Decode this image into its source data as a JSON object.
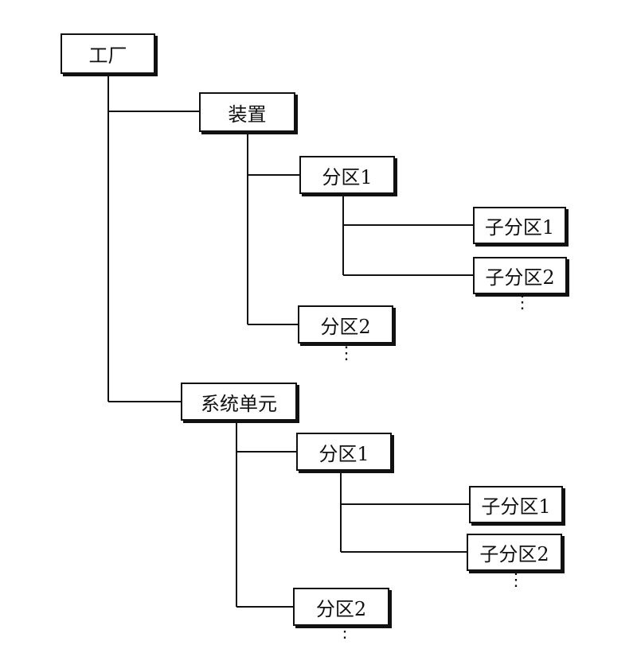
{
  "nodes": {
    "factory": "工厂",
    "unit": "装置",
    "unit_area1": "分区1",
    "unit_area1_sub1": "子分区1",
    "unit_area1_sub2": "子分区2",
    "unit_area2": "分区2",
    "system": "系统单元",
    "system_area1": "分区1",
    "system_area1_sub1": "子分区1",
    "system_area1_sub2": "子分区2",
    "system_area2": "分区2"
  },
  "ellipsis": "⋮"
}
